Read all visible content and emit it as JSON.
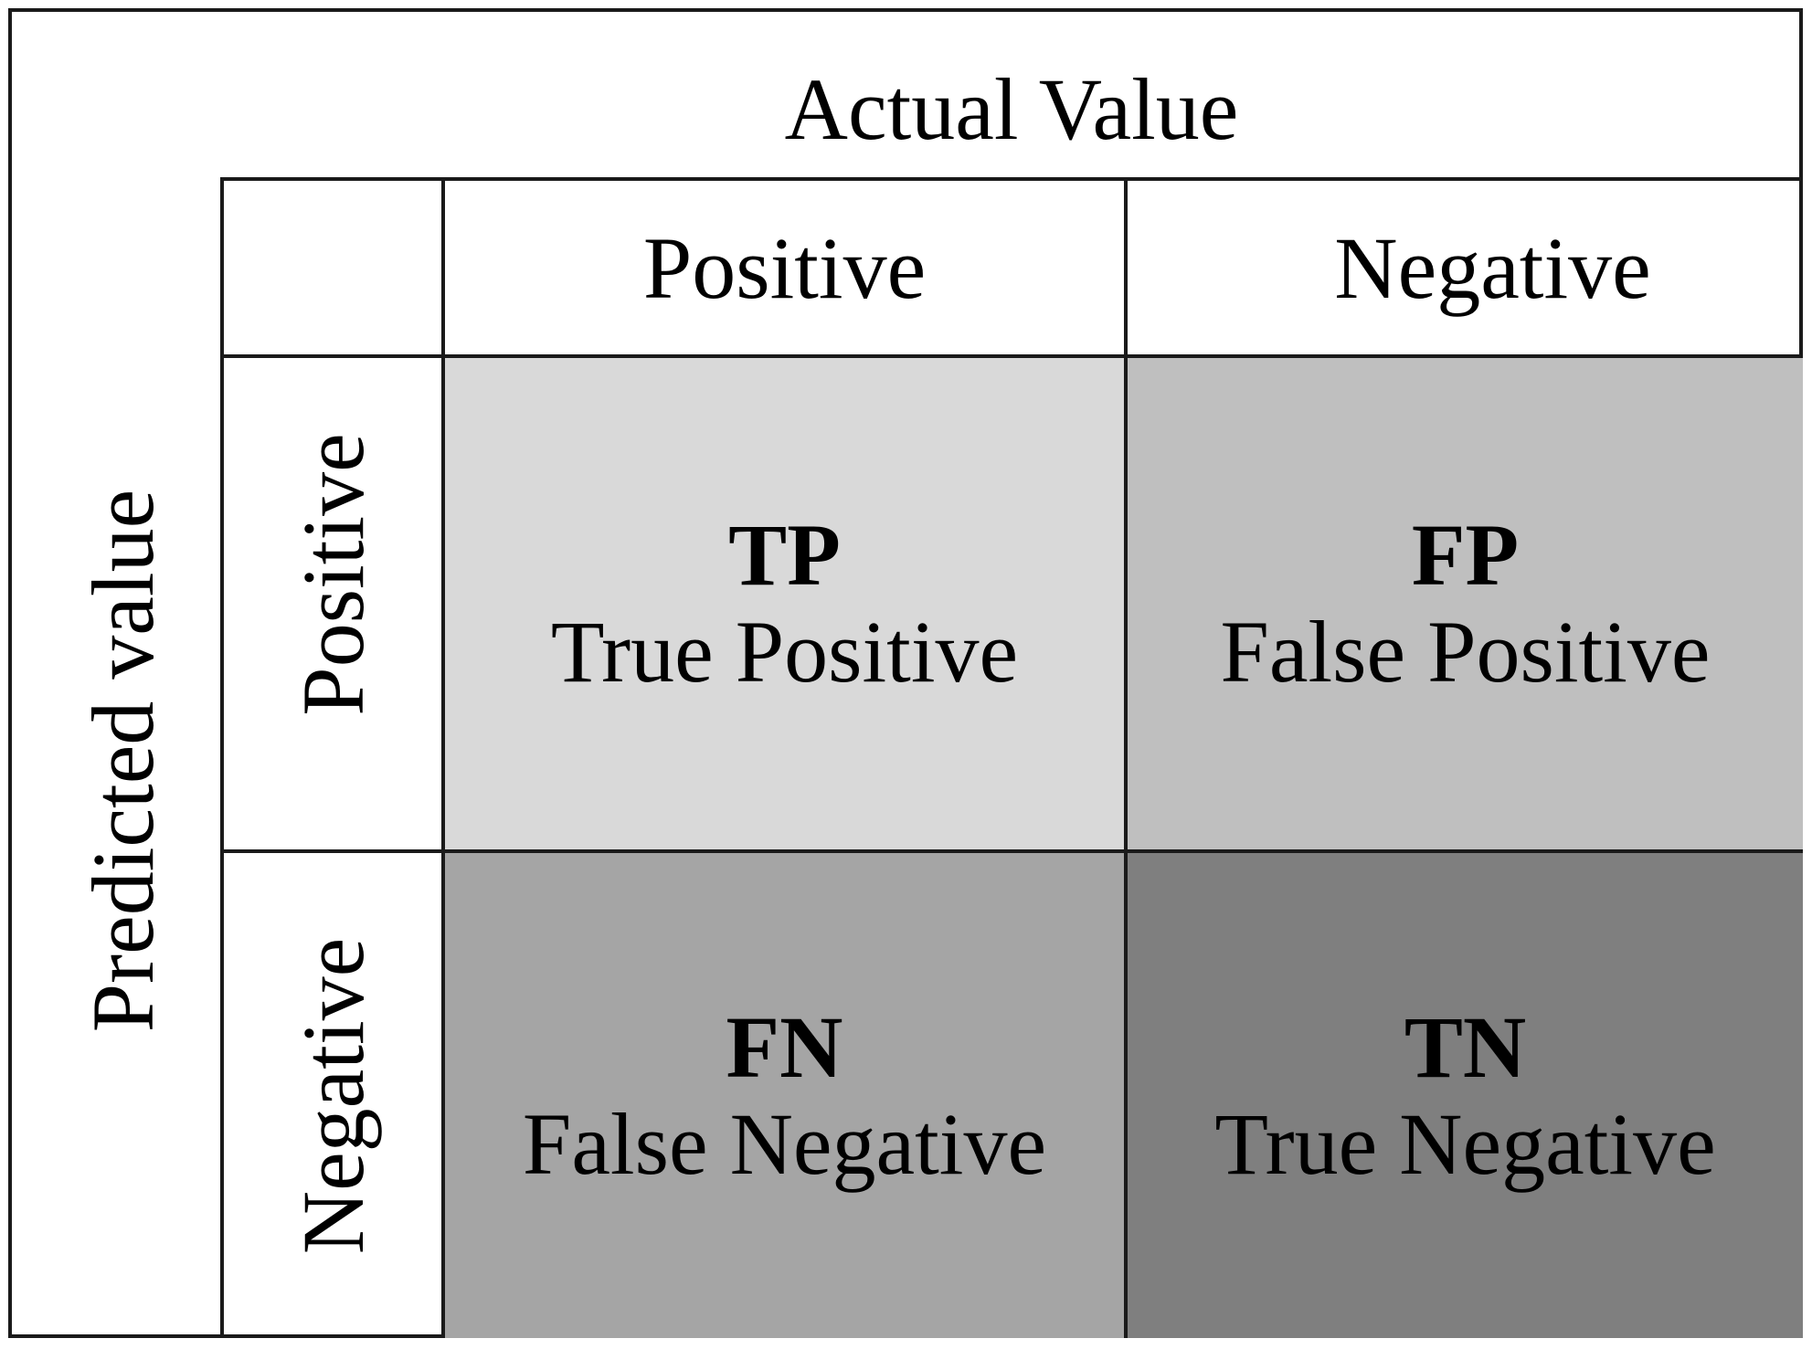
{
  "actual_axis": {
    "label": "Actual Value"
  },
  "predicted_axis": {
    "label": "Predicted value"
  },
  "columns": [
    {
      "label": "Positive"
    },
    {
      "label": "Negative"
    }
  ],
  "rows": [
    {
      "label": "Positive"
    },
    {
      "label": "Negative"
    }
  ],
  "cells": [
    {
      "abbr": "TP",
      "full": "True Positive",
      "color": "#d9d9d9"
    },
    {
      "abbr": "FP",
      "full": "False Positive",
      "color": "#bfbfbf"
    },
    {
      "abbr": "FN",
      "full": "False Negative",
      "color": "#a5a5a5"
    },
    {
      "abbr": "TN",
      "full": "True Negative",
      "color": "#7f7f7f"
    }
  ],
  "line_color": "#1a1a1a"
}
